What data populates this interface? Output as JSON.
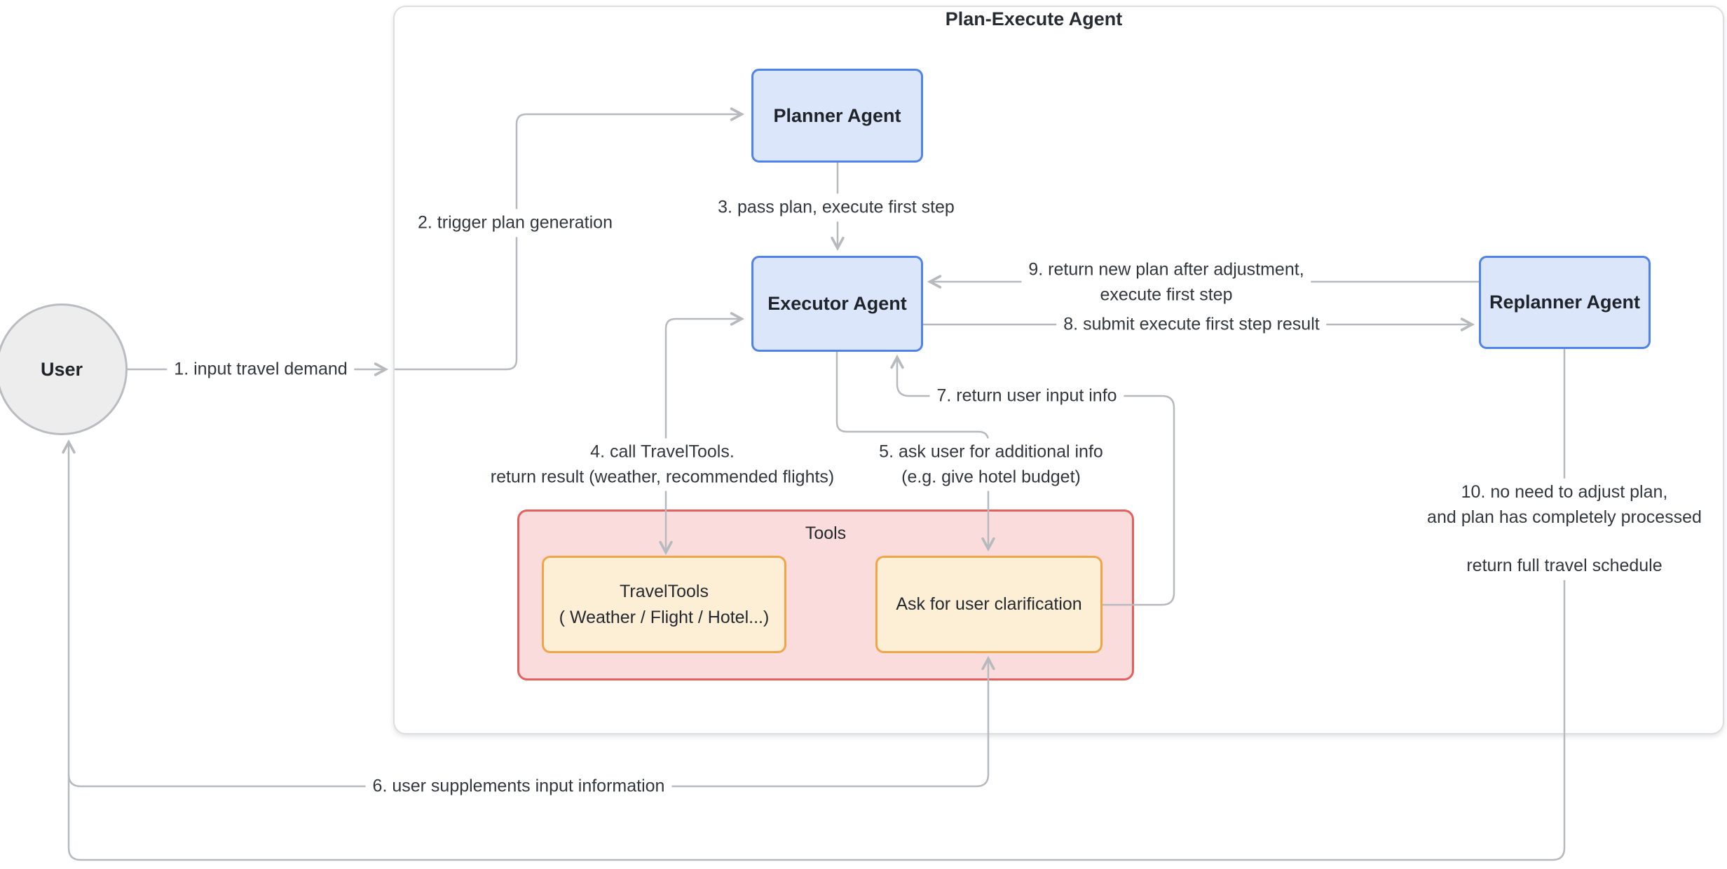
{
  "title": "Plan-Execute Agent",
  "colors": {
    "agent_fill": "#dce6fa",
    "agent_border": "#4f82ea",
    "user_fill": "#ededee",
    "user_border": "#b9bcc1",
    "tools_fill": "#fbdcdc",
    "tools_border": "#e4605f",
    "tool_fill": "#fdeed6",
    "tool_border": "#f0a648",
    "line": "#b6b9be",
    "text": "#32373d",
    "frame_border": "#dcdee1"
  },
  "nodes": {
    "user": {
      "label": "User"
    },
    "planner": {
      "label": "Planner Agent"
    },
    "executor": {
      "label": "Executor Agent"
    },
    "replanner": {
      "label": "Replanner Agent"
    },
    "tools": {
      "label": "Tools"
    },
    "traveltools": {
      "line1": "TravelTools",
      "line2": "( Weather / Flight / Hotel...)"
    },
    "ask": {
      "label": "Ask for user clarification"
    }
  },
  "edges": {
    "e1": {
      "label": "1. input travel demand"
    },
    "e2": {
      "label": "2. trigger plan generation"
    },
    "e3": {
      "label": "3. pass plan, execute first step"
    },
    "e4": {
      "line1": "4. call TravelTools.",
      "line2": "return result (weather, recommended flights)"
    },
    "e5": {
      "line1": "5. ask user for additional info",
      "line2": "(e.g. give hotel budget)"
    },
    "e6": {
      "label": "6. user supplements input information"
    },
    "e7": {
      "label": "7. return user input info"
    },
    "e8": {
      "label": "8. submit execute first step result"
    },
    "e9": {
      "line1": "9. return new plan after adjustment,",
      "line2": "execute first step"
    },
    "e10": {
      "line1": "10. no need to adjust plan,",
      "line2": "and plan has completely processed",
      "line3": "return full travel schedule"
    }
  }
}
